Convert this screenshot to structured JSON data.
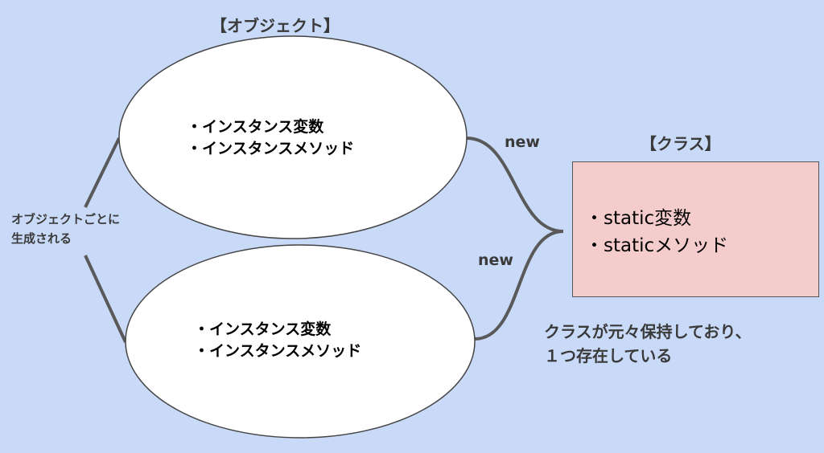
{
  "object_heading": "【オブジェクト】",
  "class_heading": "【クラス】",
  "object1": {
    "line1": "・インスタンス変数",
    "line2": "・インスタンスメソッド"
  },
  "object2": {
    "line1": "・インスタンス変数",
    "line2": "・インスタンスメソッド"
  },
  "edge_label_top": "new",
  "edge_label_bottom": "new",
  "side_note": {
    "line1": "オブジェクトごとに",
    "line2": "生成される"
  },
  "class_box": {
    "line1": "・static変数",
    "line2": "・staticメソッド"
  },
  "class_note": {
    "line1": "クラスが元々保持しており、",
    "line2": "１つ存在している"
  },
  "colors": {
    "background": "#c9daf8",
    "ellipse_fill": "#ffffff",
    "class_fill": "#f4cccc",
    "connector": "#595959"
  }
}
